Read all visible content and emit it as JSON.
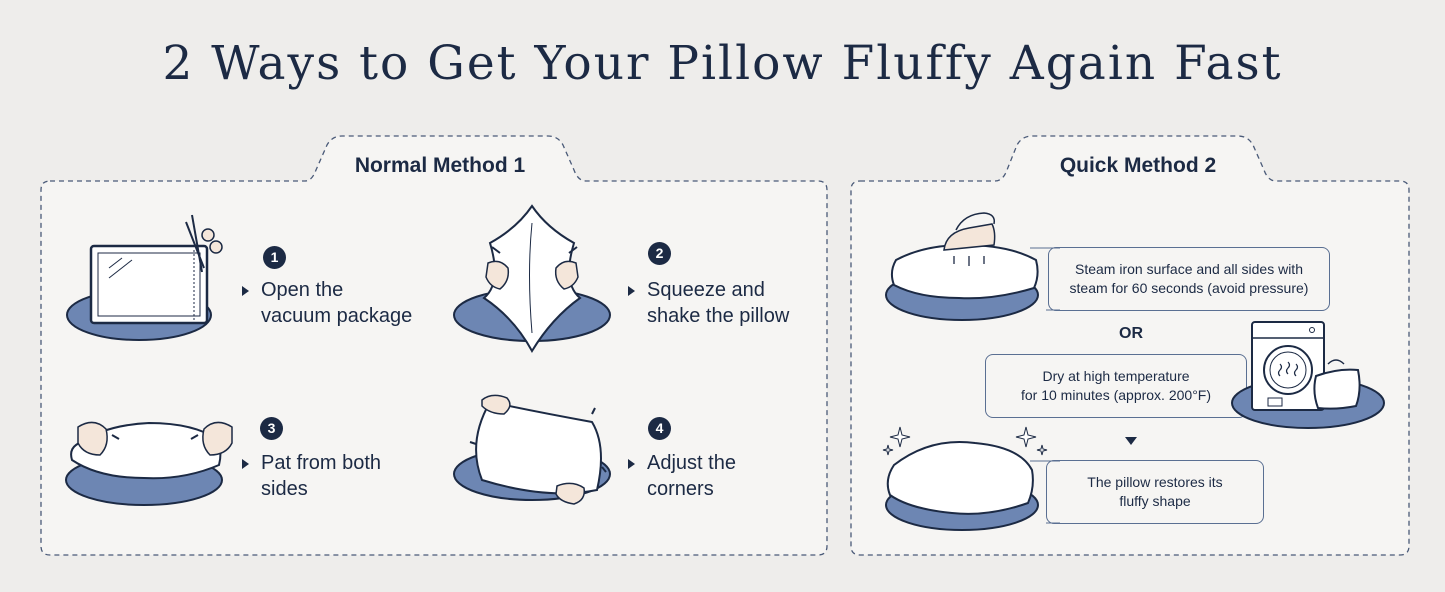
{
  "title": "2 Ways to Get Your Pillow Fluffy Again Fast",
  "colors": {
    "navy": "#1c2a44",
    "blue_disc": "#6d86b3",
    "background": "#eeedeb",
    "panel": "#f6f5f3"
  },
  "normal_method": {
    "label": "Normal Method 1",
    "steps": [
      {
        "number": "1",
        "line1": "Open the",
        "line2": "vacuum package",
        "icon": "vacuum-package-scissors-icon"
      },
      {
        "number": "2",
        "line1": "Squeeze and",
        "line2": "shake the pillow",
        "icon": "squeeze-pillow-icon"
      },
      {
        "number": "3",
        "line1": "Pat from both",
        "line2": "sides",
        "icon": "pat-pillow-icon"
      },
      {
        "number": "4",
        "line1": "Adjust the",
        "line2": "corners",
        "icon": "adjust-corners-icon"
      }
    ]
  },
  "quick_method": {
    "label": "Quick Method 2",
    "steam": {
      "line1": "Steam  iron surface and all  sides with",
      "line2": "steam for 60 seconds (avoid pressure)",
      "icon": "steam-iron-icon"
    },
    "or": "OR",
    "dry": {
      "line1": "Dry at high temperature",
      "line2": "for 10 minutes (approx. 200°F)",
      "icon": "washing-machine-icon"
    },
    "result": {
      "line1": "The pillow restores its",
      "line2": "fluffy shape",
      "icon": "fluffy-pillow-icon"
    }
  }
}
